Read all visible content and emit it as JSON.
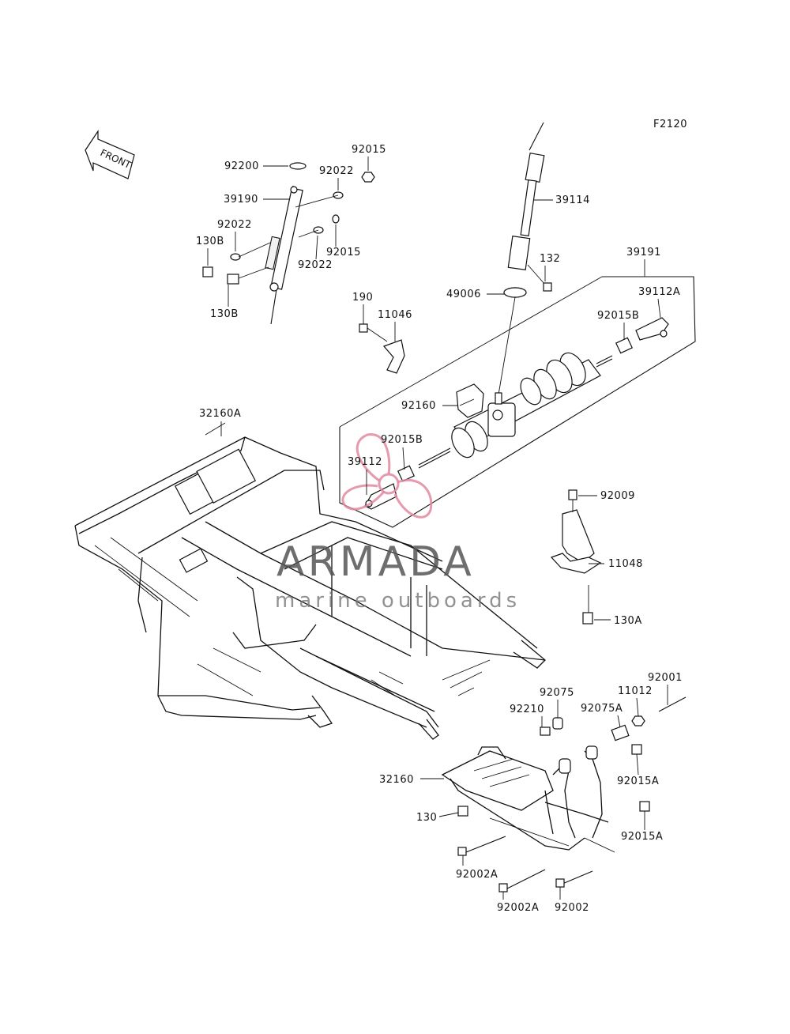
{
  "figure_code": "F2120",
  "front_label": "FRONT",
  "watermark": {
    "title": "ARMADA",
    "subtitle": "marine outboards",
    "logo_color": "#e0889f"
  },
  "labels": {
    "l92200": "92200",
    "l92015_top": "92015",
    "l92022_a": "92022",
    "l39190": "39190",
    "l92022_b": "92022",
    "l130B_a": "130B",
    "l92022_c": "92022",
    "l92015_mid": "92015",
    "l130B_b": "130B",
    "l39114": "39114",
    "l132": "132",
    "l39191": "39191",
    "l49006": "49006",
    "l39112A": "39112A",
    "l92015B_a": "92015B",
    "l190": "190",
    "l11046": "11046",
    "l92160": "92160",
    "l32160A": "32160A",
    "l92015B_b": "92015B",
    "l39112": "39112",
    "l92009": "92009",
    "l11048": "11048",
    "l130A": "130A",
    "l92001": "92001",
    "l92075": "92075",
    "l11012": "11012",
    "l92210": "92210",
    "l92075A": "92075A",
    "l32160": "32160",
    "l92015A_a": "92015A",
    "l130": "130",
    "l92015A_b": "92015A",
    "l92002A_a": "92002A",
    "l92002A_b": "92002A",
    "l92002": "92002"
  }
}
